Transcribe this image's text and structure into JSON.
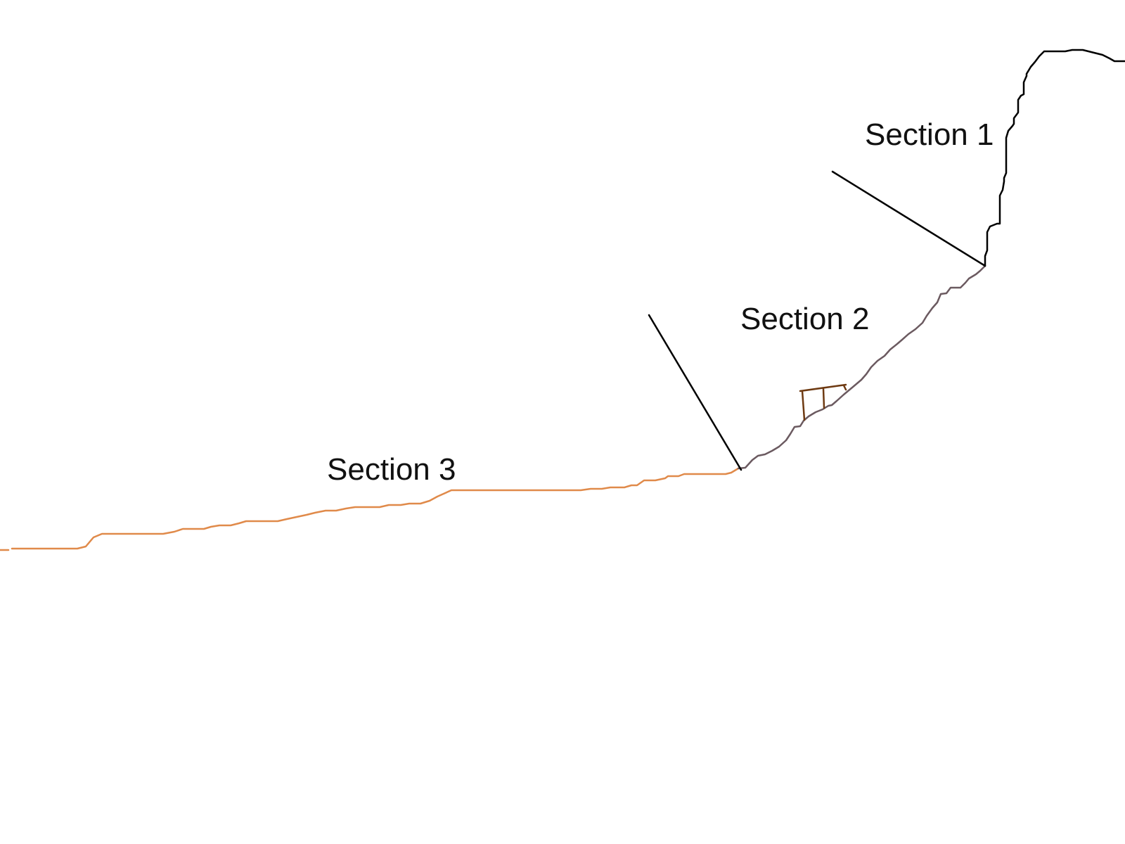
{
  "diagram": {
    "sections": [
      {
        "label": "Section 1",
        "color": "#000000"
      },
      {
        "label": "Section 2",
        "color": "#6b5a60"
      },
      {
        "label": "Section 3",
        "color": "#e08a4a"
      }
    ],
    "structure_color": "#6e3a12"
  }
}
